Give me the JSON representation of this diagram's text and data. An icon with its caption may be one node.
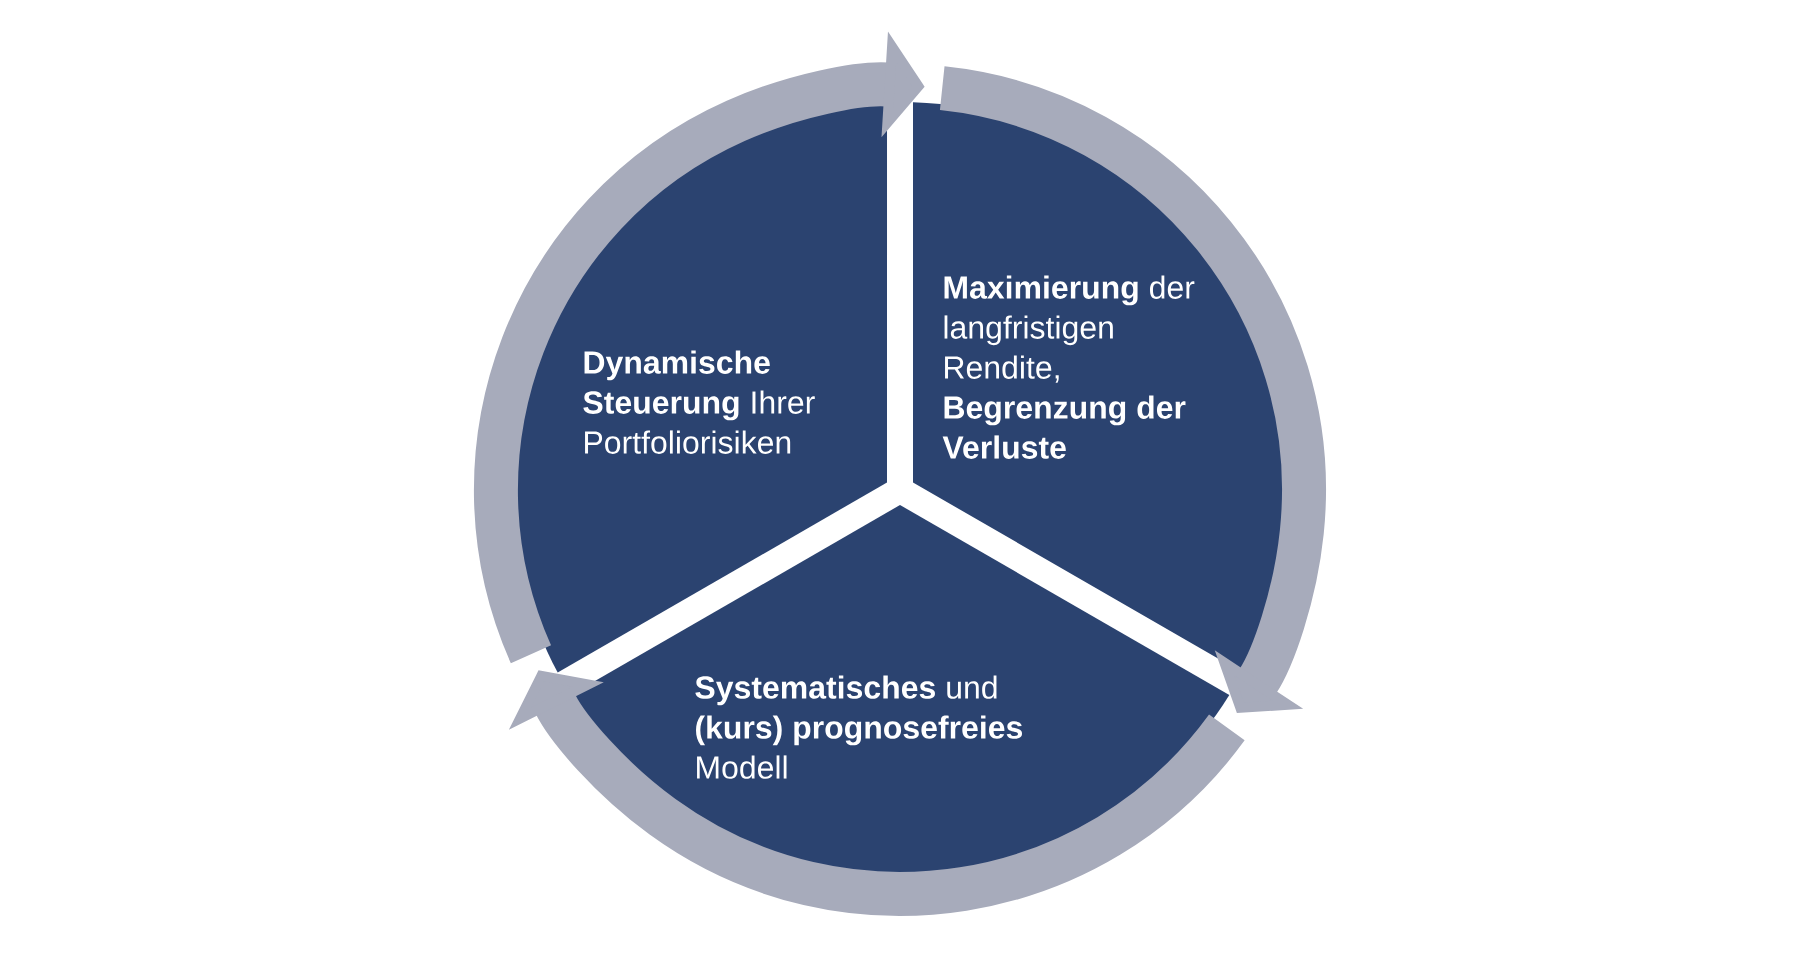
{
  "diagram": {
    "nodes": [
      {
        "text": [
          "**Dynamische Steuerung** Ihrer Portfoliorisiken"
        ]
      },
      {
        "text": [
          "**Maximierung** der langfristigen Rendite, **Begrenzung der Verluste**"
        ]
      },
      {
        "text": [
          "**Systematisches** und **(kurs) prognosefreies** Modell"
        ]
      }
    ],
    "edges": [
      {
        "from": 0,
        "to": 1,
        "arrow": "to"
      },
      {
        "from": 1,
        "to": 2,
        "arrow": "to"
      },
      {
        "from": 2,
        "to": 0,
        "arrow": "to"
      }
    ]
  }
}
